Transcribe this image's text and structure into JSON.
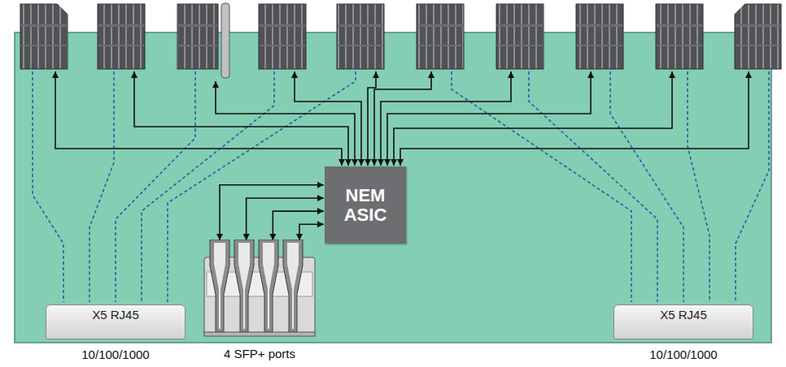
{
  "diagram": {
    "nodes": [
      {
        "text": [
          "NEM ASIC"
        ]
      },
      {
        "text": [
          "X5 RJ45",
          "10/100/1000"
        ]
      },
      {
        "text": [
          "4 SFP+ ports"
        ]
      },
      {
        "text": [
          "X5 RJ45",
          "10/100/1000"
        ]
      }
    ],
    "edges": [
      {
        "from": 2,
        "to": 0,
        "arrow": "both"
      },
      {
        "from": 2,
        "to": 0,
        "arrow": "both"
      },
      {
        "from": 2,
        "to": 0,
        "arrow": "both"
      },
      {
        "from": 2,
        "to": 0,
        "arrow": "both"
      }
    ]
  }
}
